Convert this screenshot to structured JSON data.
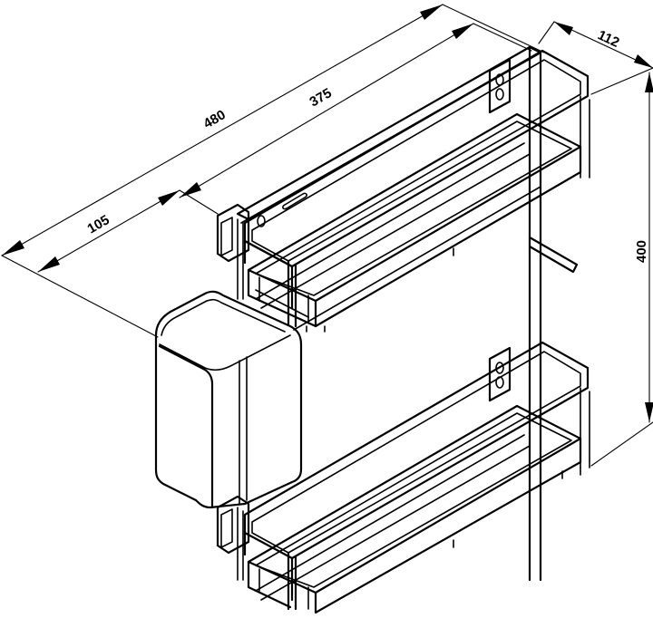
{
  "dimensions": {
    "overall_length": "480",
    "basket_length": "375",
    "bin_offset": "105",
    "depth": "112",
    "height": "400"
  }
}
